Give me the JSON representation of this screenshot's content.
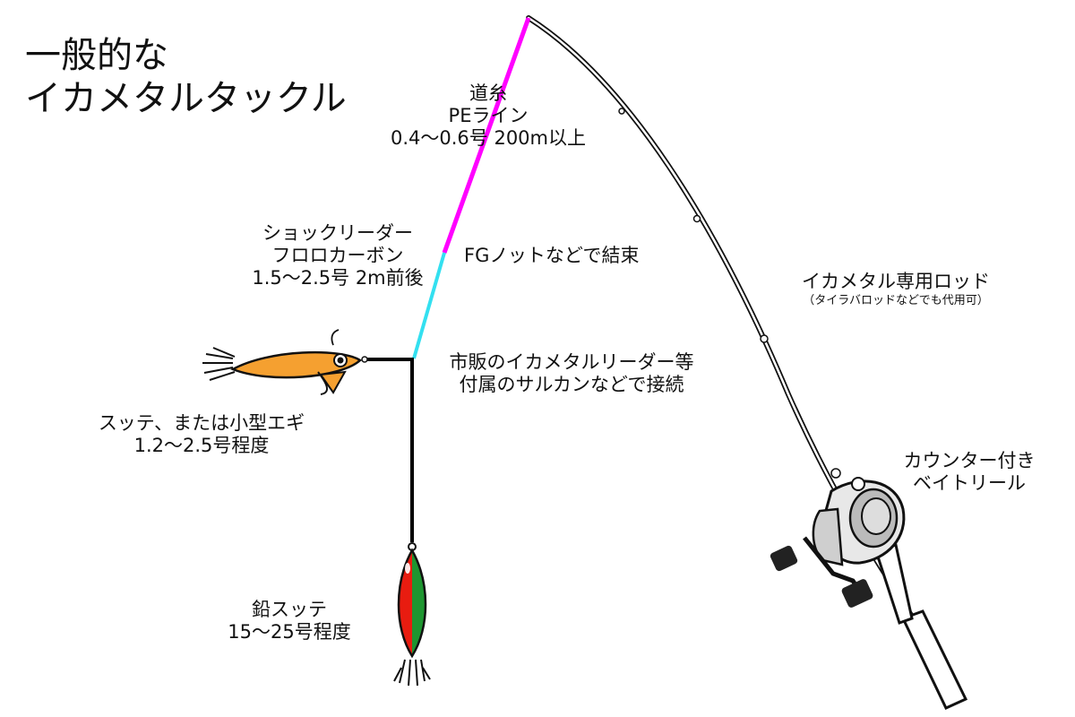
{
  "title": {
    "line1": "一般的な",
    "line2": "イカメタルタックル"
  },
  "main_line": {
    "line1": "道糸",
    "line2": "PEライン",
    "line3": "0.4〜0.6号 200m以上"
  },
  "leader": {
    "line1": "ショックリーダー",
    "line2": "フロロカーボン",
    "line3": "1.5〜2.5号 2m前後"
  },
  "knot": {
    "text": "FGノットなどで結束"
  },
  "rig_connection": {
    "line1": "市販のイカメタルリーダー等",
    "line2": "付属のサルカンなどで接続"
  },
  "sutte": {
    "line1": "スッテ、または小型エギ",
    "line2": "1.2〜2.5号程度"
  },
  "sinker": {
    "line1": "鉛スッテ",
    "line2": "15〜25号程度"
  },
  "rod": {
    "line1": "イカメタル専用ロッド",
    "line2": "（タイラバロッドなどでも代用可）"
  },
  "reel": {
    "line1": "カウンター付き",
    "line2": "ベイトリール"
  },
  "colors": {
    "pe_line": "#ff00ff",
    "leader_line": "#33e0f0",
    "rig_line": "#000000",
    "egi_body": "#f5a030",
    "sinker_left": "#e81c10",
    "sinker_right": "#1e9630"
  }
}
